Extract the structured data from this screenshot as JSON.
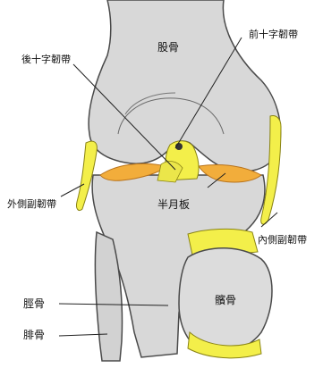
{
  "labels": {
    "femur": "股骨",
    "acl": "前十字韌帶",
    "pcl": "後十字韌帶",
    "lcl": "外側副韌帶",
    "meniscus": "半月板",
    "mcl": "內側副韌帶",
    "tibia": "脛骨",
    "patella": "髕骨",
    "fibula": "腓骨"
  },
  "colors": {
    "bone": "#d8d8d8",
    "bone_outline": "#4a4a4a",
    "ligament": "#f3ef4a",
    "meniscus": "#f2ad3b",
    "line": "#222222"
  }
}
